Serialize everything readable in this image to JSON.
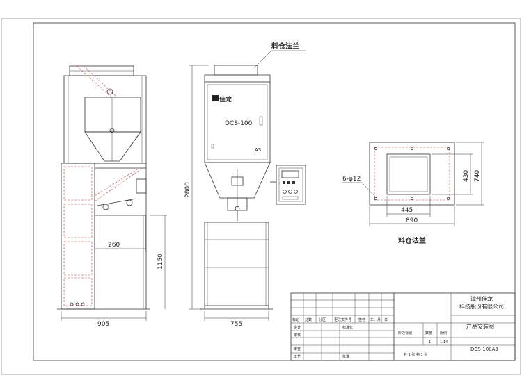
{
  "labels": {
    "flange_top": "料仓法兰",
    "flange_bottom": "料仓法兰",
    "brand": "佳龙",
    "model_on_panel": "DCS-100",
    "a3_mark": "A3"
  },
  "dimensions": {
    "left_offset": "260",
    "left_height": "1150",
    "left_width": "905",
    "mid_height": "2800",
    "mid_width": "755",
    "flange_outer_w": "890",
    "flange_inner_w": "445",
    "flange_inner_h": "430",
    "flange_outer_h": "740",
    "holes": "6-φ12"
  },
  "title_block": {
    "company_line1": "漳州佳龙",
    "company_line2": "科技股份有限公司",
    "drawing_name": "产品安装图",
    "drawing_no": "DCS-100A3",
    "quantity": "1",
    "scale": "1:14",
    "sheet_info": "共 1 张   第 1 张",
    "hdr_stage": "阶段标记",
    "hdr_qty": "数量",
    "hdr_scale": "比例",
    "rev_headers": [
      "标记",
      "处数",
      "分区",
      "更改文件号",
      "签名",
      "年、月、日"
    ],
    "rows": [
      "设计",
      "审核",
      "审查",
      "工艺"
    ],
    "std": "标准化",
    "approve": "批准"
  }
}
